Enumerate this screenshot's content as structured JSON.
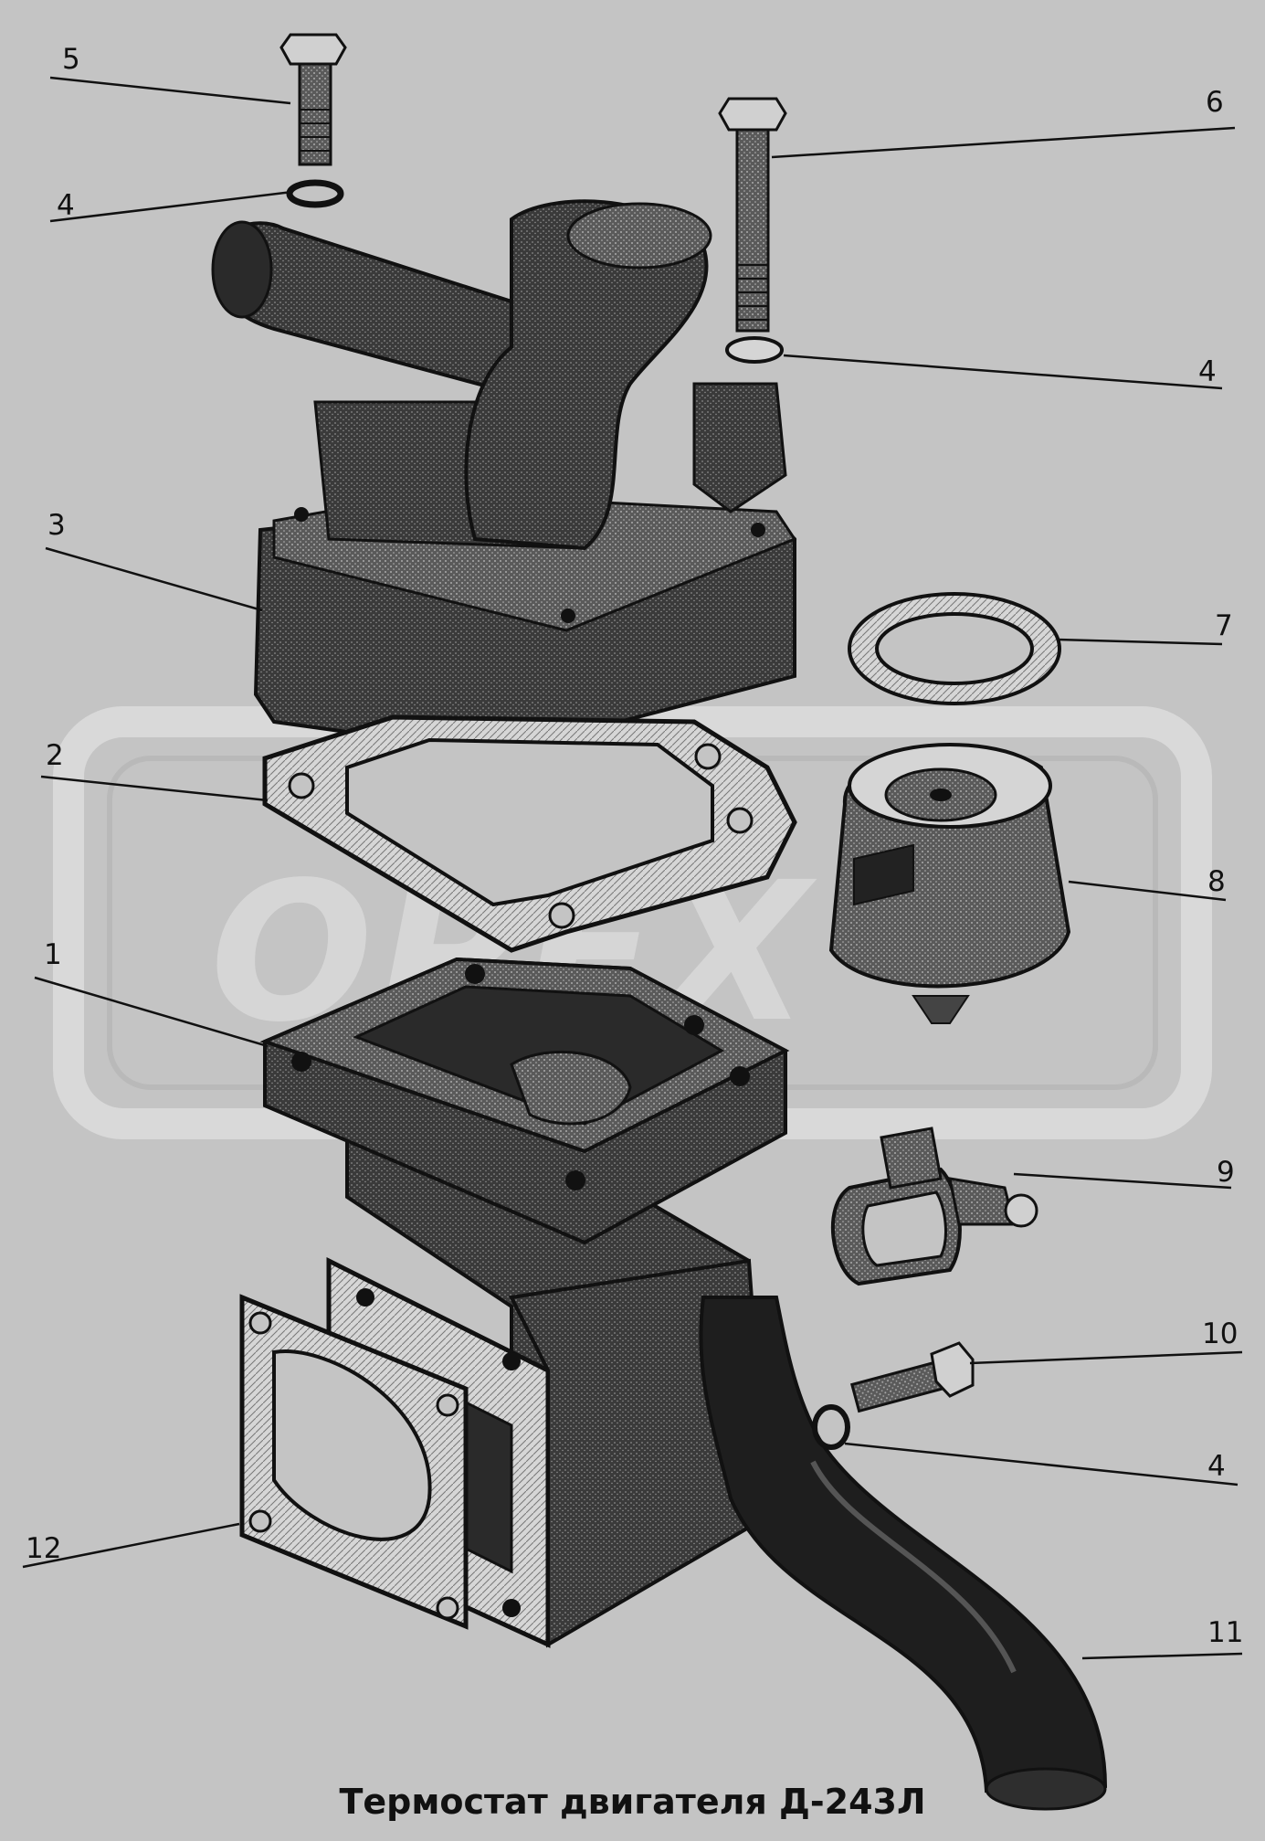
{
  "caption": "Термостат двигателя Д-243Л",
  "watermark": "OPEX",
  "callouts": {
    "c1": "1",
    "c2": "2",
    "c3": "3",
    "c4a": "4",
    "c4b": "4",
    "c4c": "4",
    "c5": "5",
    "c6": "6",
    "c7": "7",
    "c8": "8",
    "c9": "9",
    "c10": "10",
    "c11": "11",
    "c12": "12"
  }
}
